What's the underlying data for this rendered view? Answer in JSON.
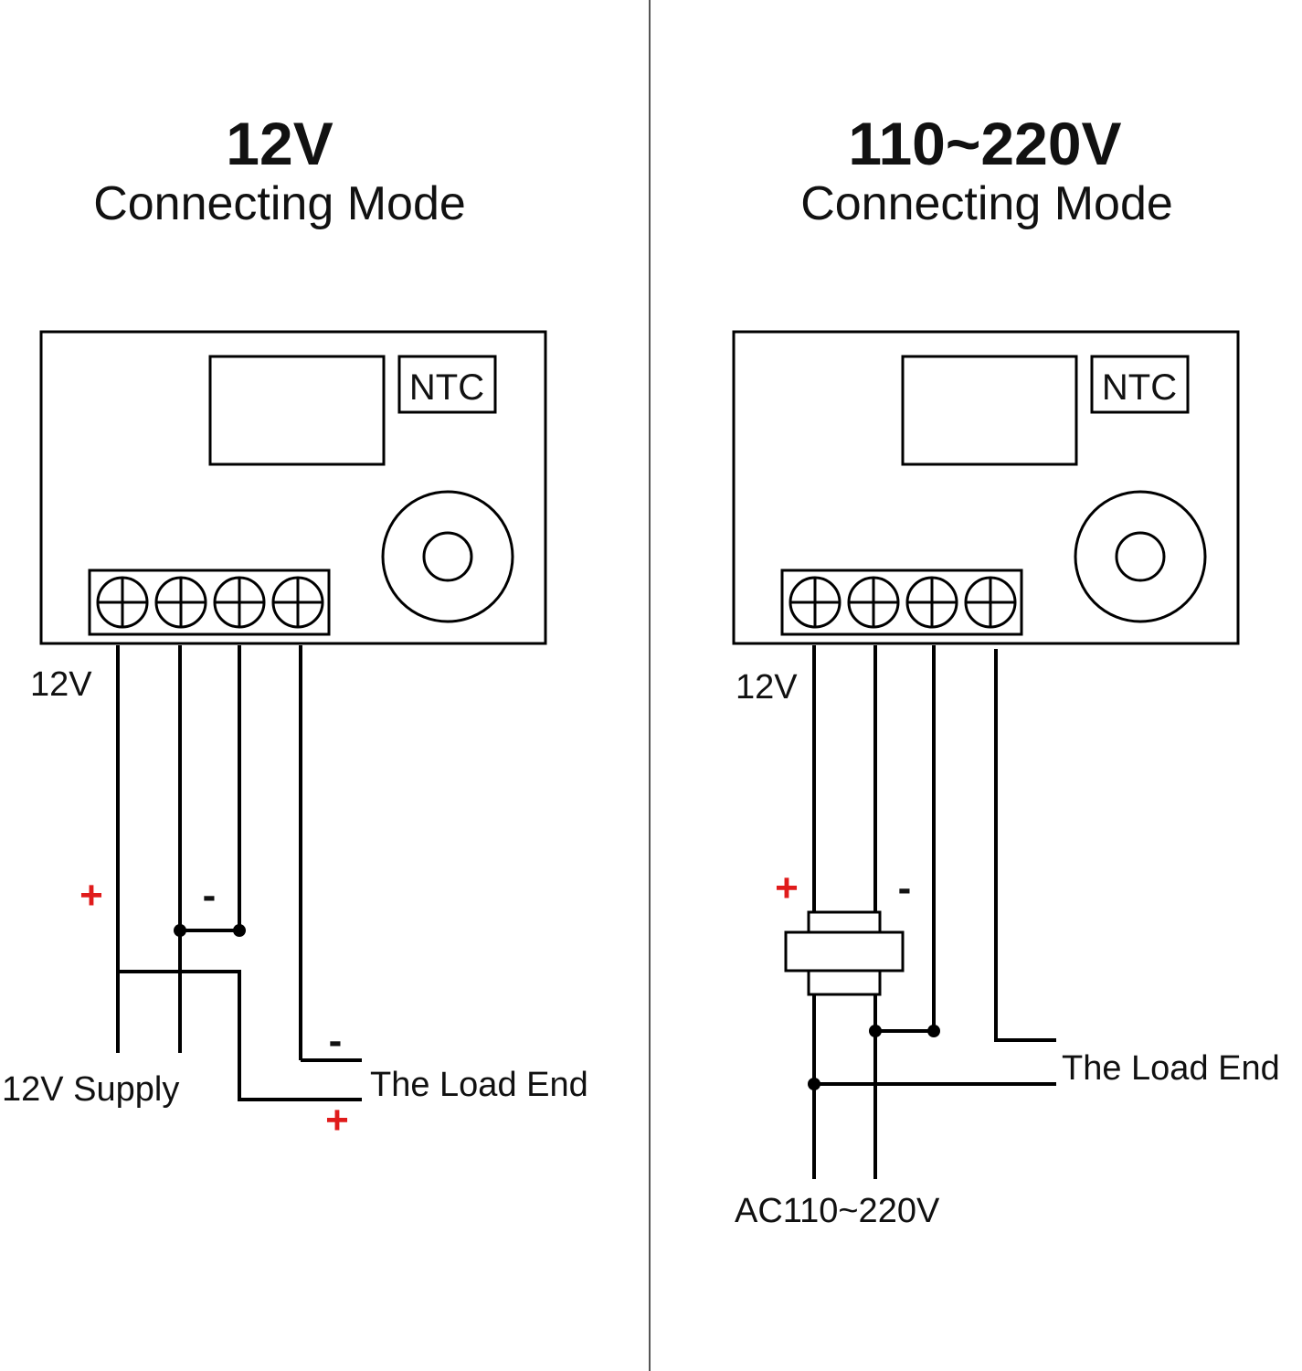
{
  "colors": {
    "line": "#000000",
    "plus": "#e01b1b",
    "minus": "#111111",
    "divider": "#555555"
  },
  "left_panel": {
    "title": "12V",
    "subtitle": "Connecting Mode",
    "module": {
      "ntc_label": "NTC"
    },
    "labels": {
      "power": "12V",
      "supply": "12V Supply",
      "load": "The Load End",
      "supply_plus": "+",
      "supply_minus": "-",
      "load_minus": "-",
      "load_plus": "+"
    }
  },
  "right_panel": {
    "title": "110~220V",
    "subtitle": "Connecting Mode",
    "module": {
      "ntc_label": "NTC"
    },
    "labels": {
      "power": "12V",
      "supply": "AC110~220V",
      "load": "The Load End",
      "supply_plus": "+",
      "supply_minus": "-"
    }
  }
}
